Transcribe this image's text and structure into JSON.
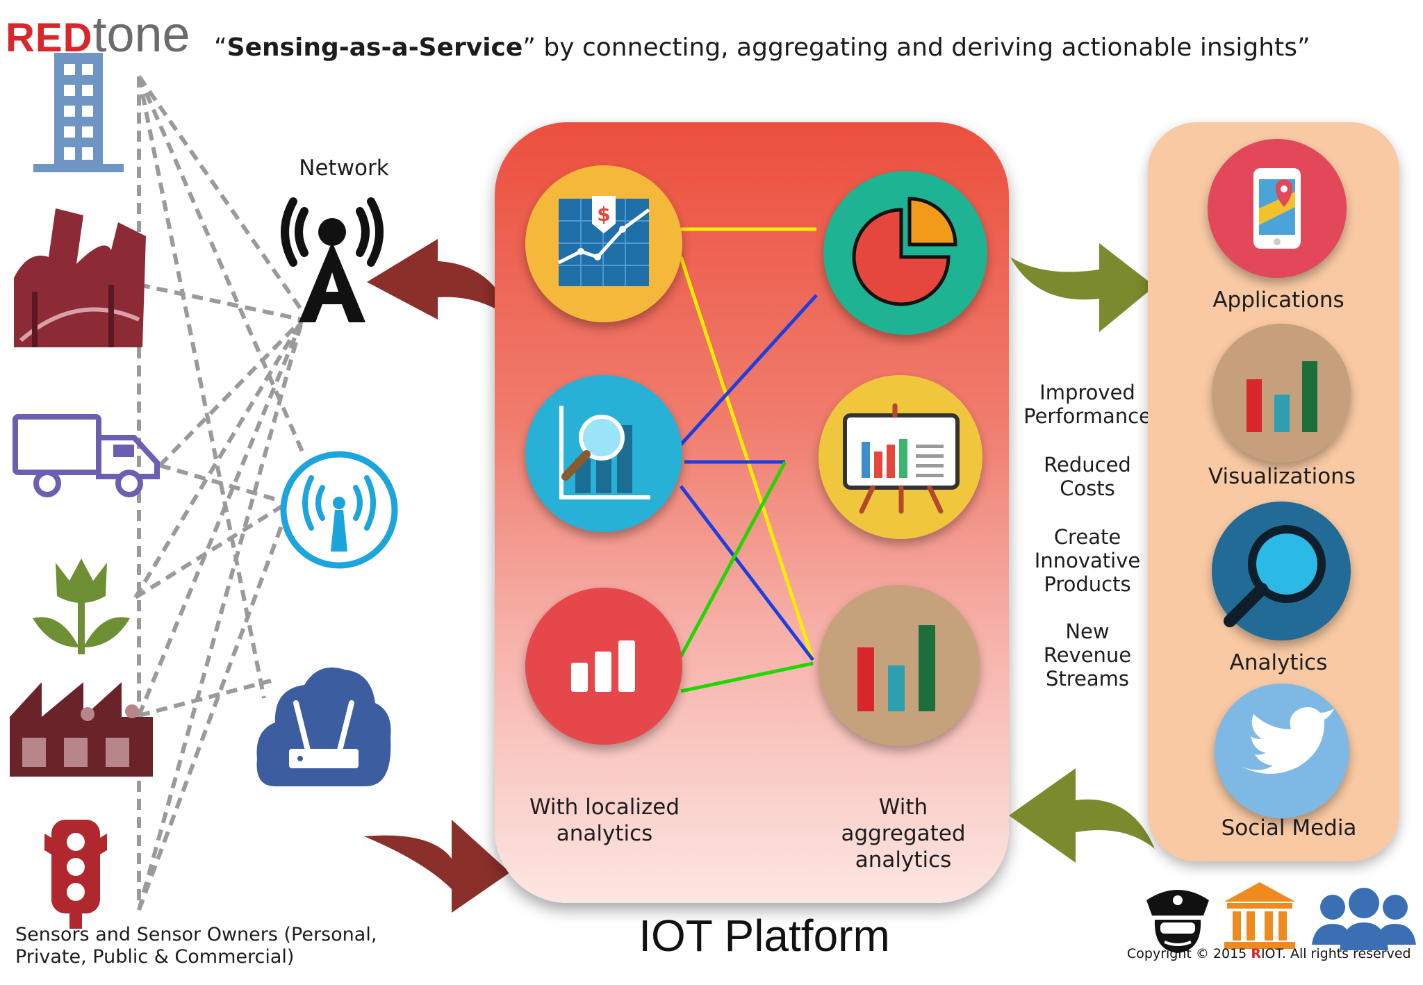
{
  "logo": {
    "red_part": "RED",
    "rest": "tone"
  },
  "headline": {
    "open_quote": "“",
    "bold": "Sensing-as-a-Service",
    "rest": "” by connecting, aggregating and deriving actionable insights”"
  },
  "network_label": "Network",
  "platform": {
    "left_caption": "With localized\nanalytics",
    "right_caption": "With\naggregated\nanalytics",
    "title": "IOT Platform"
  },
  "benefits": [
    "Improved\nPerformance",
    "Reduced\nCosts",
    "Create\nInnovative\nProducts",
    "New\nRevenue\nStreams"
  ],
  "outputs": [
    "Applications",
    "Visualizations",
    "Analytics",
    "Social Media"
  ],
  "sensors_caption": "Sensors and Sensor Owners (Personal,\nPrivate, Public & Commercial)",
  "copyright": {
    "pre": "Copyright © 2015 ",
    "r": "R",
    "post": "IOT. All rights reserved"
  },
  "icons": {
    "sensors": [
      "building-icon",
      "bridge-icon",
      "truck-icon",
      "plant-icon",
      "factory-icon",
      "traffic-light-icon"
    ],
    "network": [
      "antenna-tower-icon",
      "wireless-icon",
      "cloud-router-icon"
    ],
    "platform": [
      "price-chart-icon",
      "magnifier-chart-icon",
      "bar-chart-icon",
      "pie-chart-icon",
      "presentation-board-icon",
      "bar-graph-icon"
    ],
    "outputs": [
      "map-phone-icon",
      "bars-icon",
      "search-icon",
      "twitter-bird-icon"
    ],
    "stakeholders": [
      "police-icon",
      "government-building-icon",
      "people-group-icon"
    ]
  },
  "colors": {
    "platform_top": "#ec4f3d",
    "outputs_panel": "#f8c9a3",
    "arrow_red": "#8b2f2a",
    "arrow_green": "#7b8a2d",
    "line_yellow": "#ffee00",
    "line_blue": "#1d3fe0",
    "line_green": "#22d600",
    "logo_red": "#d8262b"
  }
}
